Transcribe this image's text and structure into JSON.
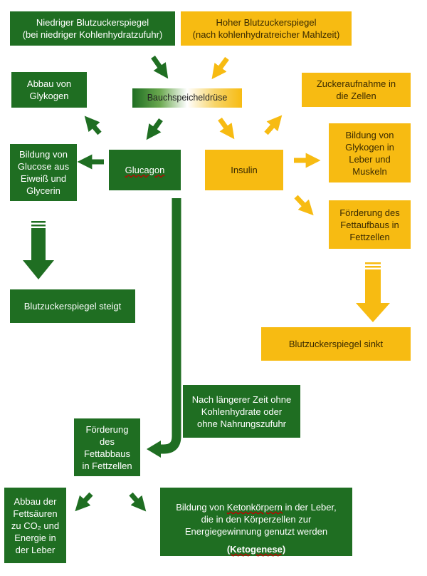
{
  "colors": {
    "green": "#1f6e22",
    "yellow": "#f7bb12"
  },
  "boxes": {
    "low_sugar": "Niedriger Blutzuckerspiegel\n(bei niedriger Kohlenhydratzufuhr)",
    "high_sugar": "Hoher Blutzuckerspiegel\n(nach kohlenhydratreicher Mahlzeit)",
    "pancreas": "Bauchspeicheldrüse",
    "glycogen_breakdown": "Abbau von\nGlykogen",
    "glucose_synthesis": "Bildung von\nGlucose aus\nEiweiß und\nGlycerin",
    "glucagon": "Glucagon",
    "insulin": "Insulin",
    "sugar_uptake": "Zuckeraufnahme in\ndie Zellen",
    "glycogen_formation": "Bildung von\nGlykogen in\nLeber und\nMuskeln",
    "fat_buildup": "Förderung des\nFettaufbaus in\nFettzellen",
    "sugar_rises": "Blutzuckerspiegel steigt",
    "sugar_falls": "Blutzuckerspiegel sinkt",
    "long_time": "Nach längerer Zeit ohne\nKohlenhydrate oder\nohne Nahrungszufuhr",
    "fat_breakdown": "Förderung\ndes\nFettabbaus\nin Fettzellen",
    "fatty_acid_breakdown": "Abbau der\nFettsäuren\nzu CO₂ und\nEnergie in\nder Leber",
    "ketone_line1_pre": "Bildung von ",
    "ketone_line1_word": "Ketonkörpern",
    "ketone_line1_post": " in der Leber,",
    "ketone_line2": "die in den Körperzellen zur",
    "ketone_line3": "Energiegewinnung genutzt werden",
    "ketogenesis": "(Ketogenese)"
  }
}
